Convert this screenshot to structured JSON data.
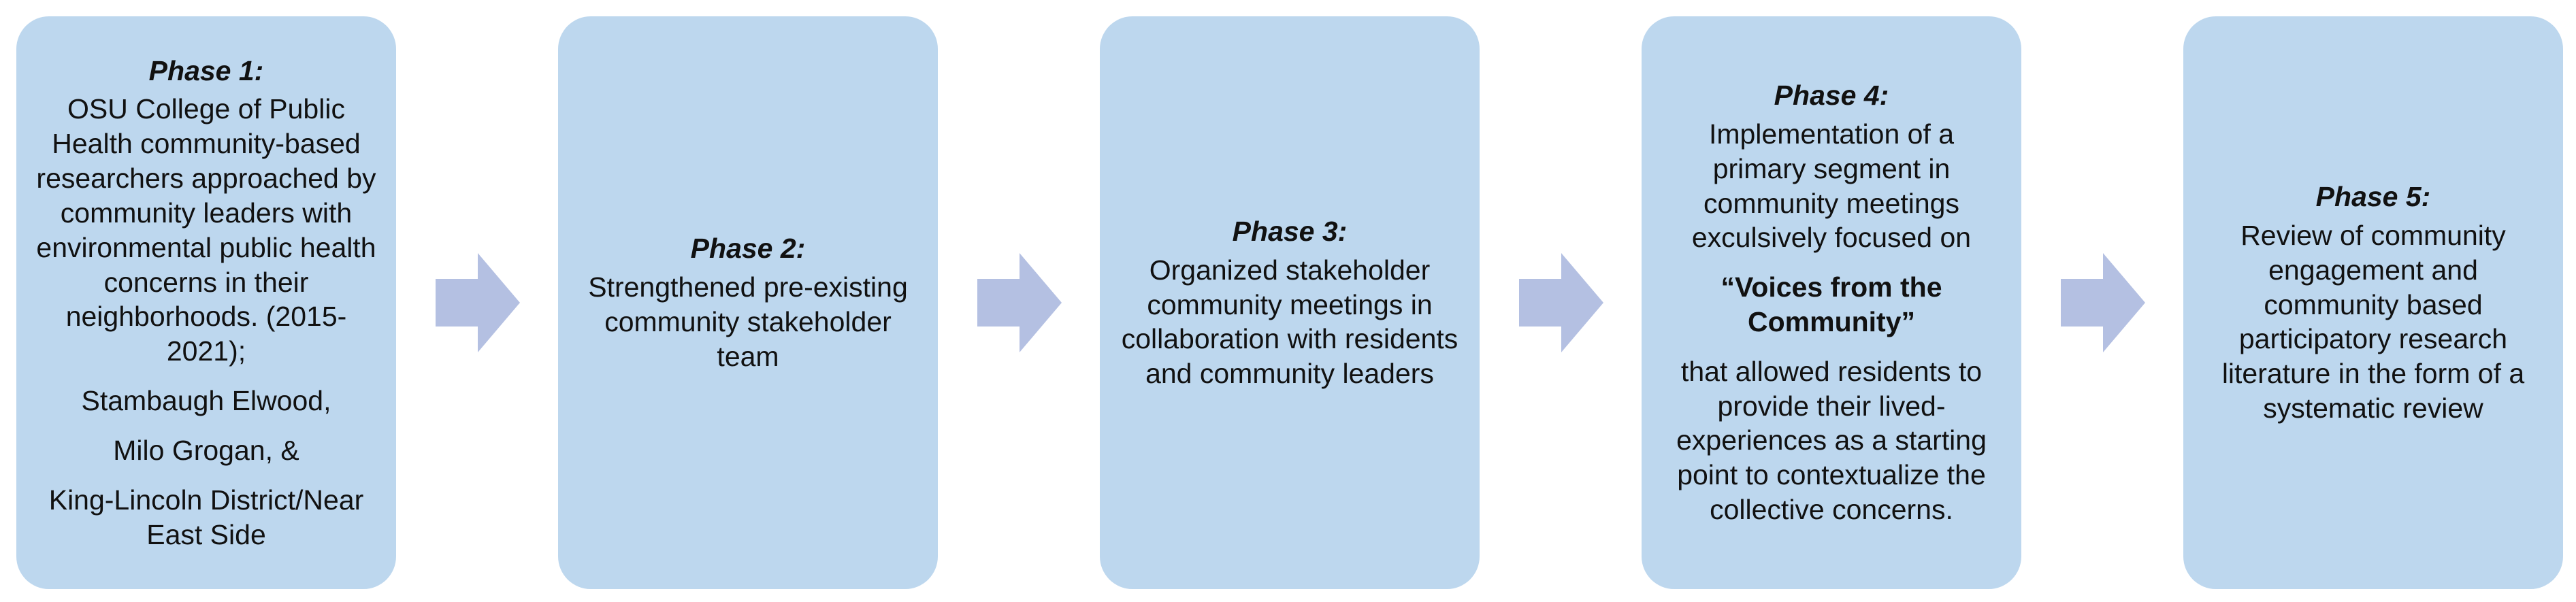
{
  "colors": {
    "box_fill": "#bdd7ee",
    "arrow_fill": "#b4c0e2"
  },
  "phases": [
    {
      "title": "Phase 1:",
      "paragraphs": [
        "OSU College of Public Health community-based researchers approached by community leaders with environmental public health concerns in their neighborhoods. (2015-2021);",
        "Stambaugh Elwood,",
        "Milo Grogan, &",
        "King-Lincoln District/Near East Side"
      ]
    },
    {
      "title": "Phase 2:",
      "paragraphs": [
        "Strengthened pre-existing community stakeholder team"
      ]
    },
    {
      "title": "Phase 3:",
      "paragraphs": [
        "Organized stakeholder community meetings in collaboration with residents and community leaders"
      ]
    },
    {
      "title": "Phase 4:",
      "intro": "Implementation of a primary segment in community meetings exculsively focused on",
      "emphasis": "“Voices from the Community”",
      "outro": "that allowed residents to provide their lived-experiences as a starting point to contextualize the collective concerns."
    },
    {
      "title": "Phase 5:",
      "paragraphs": [
        "Review of community engagement and community based participatory research literature in the form of a systematic review"
      ]
    }
  ],
  "arrows": [
    {
      "icon": "right-arrow-icon"
    },
    {
      "icon": "right-arrow-icon"
    },
    {
      "icon": "right-arrow-icon"
    },
    {
      "icon": "right-arrow-icon"
    }
  ]
}
